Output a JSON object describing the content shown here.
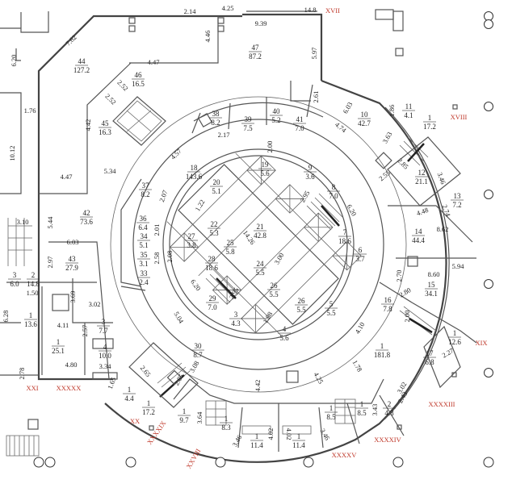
{
  "title": "Floor plan",
  "rooms": [
    {
      "num": "44",
      "area": "127.2"
    },
    {
      "num": "46",
      "area": "16.5"
    },
    {
      "num": "45",
      "area": "16.3"
    },
    {
      "num": "47",
      "area": "87.2"
    },
    {
      "num": "38",
      "area": "8.2"
    },
    {
      "num": "39",
      "area": "7.5"
    },
    {
      "num": "40",
      "area": "5.2"
    },
    {
      "num": "41",
      "area": "7.0"
    },
    {
      "num": "10",
      "area": "42.7"
    },
    {
      "num": "11",
      "area": "4.1"
    },
    {
      "num": "1",
      "area": "17.2"
    },
    {
      "num": "18",
      "area": "143.6"
    },
    {
      "num": "37",
      "area": "8.2"
    },
    {
      "num": "36",
      "area": "6.4"
    },
    {
      "num": "42",
      "area": "73.6"
    },
    {
      "num": "20",
      "area": "5.1"
    },
    {
      "num": "19",
      "area": "5.6"
    },
    {
      "num": "9",
      "area": "3.6"
    },
    {
      "num": "8",
      "area": "7.0"
    },
    {
      "num": "21",
      "area": "42.8"
    },
    {
      "num": "22",
      "area": "5.3"
    },
    {
      "num": "27",
      "area": "3.8"
    },
    {
      "num": "25",
      "area": "5.8"
    },
    {
      "num": "7",
      "area": "18.6"
    },
    {
      "num": "12",
      "area": "21.1"
    },
    {
      "num": "13",
      "area": "7.2"
    },
    {
      "num": "14",
      "area": "44.4"
    },
    {
      "num": "28",
      "area": "18.6"
    },
    {
      "num": "24",
      "area": "5.5"
    },
    {
      "num": "6",
      "area": "3.7"
    },
    {
      "num": "15",
      "area": "34.1"
    },
    {
      "num": "29",
      "area": "7.0"
    },
    {
      "num": "26",
      "area": "5.5"
    },
    {
      "num": "26",
      "area": "5.5"
    },
    {
      "num": "5",
      "area": "5.5"
    },
    {
      "num": "16",
      "area": "7.8"
    },
    {
      "num": "3",
      "area": "4.3"
    },
    {
      "num": "4",
      "area": "5.6"
    },
    {
      "num": "1",
      "area": "12.6"
    },
    {
      "num": "1",
      "area": "181.8"
    },
    {
      "num": "17",
      "area": "6.8"
    },
    {
      "num": "43",
      "area": "27.9"
    },
    {
      "num": "3",
      "area": "6.0"
    },
    {
      "num": "2",
      "area": "14.8"
    },
    {
      "num": "3",
      "area": "7.7"
    },
    {
      "num": "4",
      "area": "10.0"
    },
    {
      "num": "1",
      "area": "25.1"
    },
    {
      "num": "1",
      "area": "13.6"
    },
    {
      "num": "30",
      "area": "8.7"
    },
    {
      "num": "1",
      "area": "4.4"
    },
    {
      "num": "1",
      "area": "17.2"
    },
    {
      "num": "1",
      "area": "9.7"
    },
    {
      "num": "1",
      "area": "8.3"
    },
    {
      "num": "1",
      "area": "11.4"
    },
    {
      "num": "1",
      "area": "11.4"
    },
    {
      "num": "1",
      "area": "8.5"
    },
    {
      "num": "1",
      "area": "8.5"
    },
    {
      "num": "2",
      "area": "4.8"
    },
    {
      "num": "34",
      "area": "5.1"
    },
    {
      "num": "35",
      "area": "3.1"
    },
    {
      "num": "33",
      "area": "2.4"
    }
  ],
  "dimensions": [
    "2.14",
    "4.25",
    "14.8",
    "9.39",
    "5.97",
    "7.62",
    "6.20",
    "4.46",
    "4.47",
    "2.52",
    "2.52",
    "4.42",
    "1.76",
    "10.12",
    "4.57",
    "5.34",
    "4.47",
    "2.17",
    "2.61",
    "6.03",
    "4.74",
    "2.00",
    "1.86",
    "3.63",
    "2.85",
    "2.55",
    "3.46",
    "2.74",
    "4.48",
    "8.62",
    "2.95",
    "6.20",
    "1.22",
    "14.26",
    "3.00",
    "2.95",
    "6.20",
    "2.07",
    "2.01",
    "2.58",
    "2.08",
    "5.94",
    "8.60",
    "2.70",
    "2.80",
    "2.00",
    "2.27",
    "4.10",
    "1.98",
    "5.04",
    "4.42",
    "4.25",
    "1.78",
    "3.02",
    "2.43",
    "3.43",
    "3.46",
    "4.02",
    "4.02",
    "3.46",
    "3.64",
    "2.85",
    "3.08",
    "2.65",
    "1.65",
    "3.10",
    "5.44",
    "6.03",
    "2.97",
    "3.69",
    "3.02",
    "1.50",
    "6.28",
    "4.11",
    "4.80",
    "3.34",
    "2.57",
    "2.78"
  ],
  "axis_marks": [
    "XVII",
    "XVIII",
    "XIX",
    "XXXXIII",
    "XXXXIV",
    "XXXXV",
    "XXI",
    "XXXXX",
    "XX",
    "XXXXIX",
    "XXVIII"
  ],
  "colors": {
    "axis": "#c0392b",
    "wall": "#444444"
  }
}
